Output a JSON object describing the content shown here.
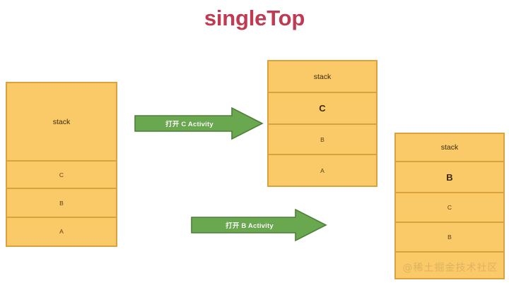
{
  "title": "singleTop",
  "colors": {
    "title": "#c03a52",
    "box_fill": "#fac968",
    "box_border": "#d8a33c",
    "arrow_fill": "#6aa84f",
    "arrow_border": "#4e7f38",
    "arrow_label": "#ffffff",
    "cell_text": "#5a4014",
    "watermark": "#dcb461",
    "background": "#ffffff"
  },
  "stacks": [
    {
      "id": "stack-initial",
      "header": "stack",
      "cells": [
        {
          "label": "C",
          "emphasis": false
        },
        {
          "label": "B",
          "emphasis": false
        },
        {
          "label": "A",
          "emphasis": false
        }
      ]
    },
    {
      "id": "stack-after-c",
      "header": "stack",
      "cells": [
        {
          "label": "C",
          "emphasis": true
        },
        {
          "label": "B",
          "emphasis": false
        },
        {
          "label": "A",
          "emphasis": false
        }
      ]
    },
    {
      "id": "stack-after-b",
      "header": "stack",
      "cells": [
        {
          "label": "B",
          "emphasis": true
        },
        {
          "label": "C",
          "emphasis": false
        },
        {
          "label": "B",
          "emphasis": false
        },
        {
          "label": "",
          "emphasis": false
        }
      ]
    }
  ],
  "arrows": [
    {
      "id": "arrow-open-c",
      "label": "打开 C Activity",
      "direction": "right"
    },
    {
      "id": "arrow-open-b",
      "label": "打开 B Activity",
      "direction": "right"
    }
  ],
  "watermark": "@稀土掘金技术社区"
}
